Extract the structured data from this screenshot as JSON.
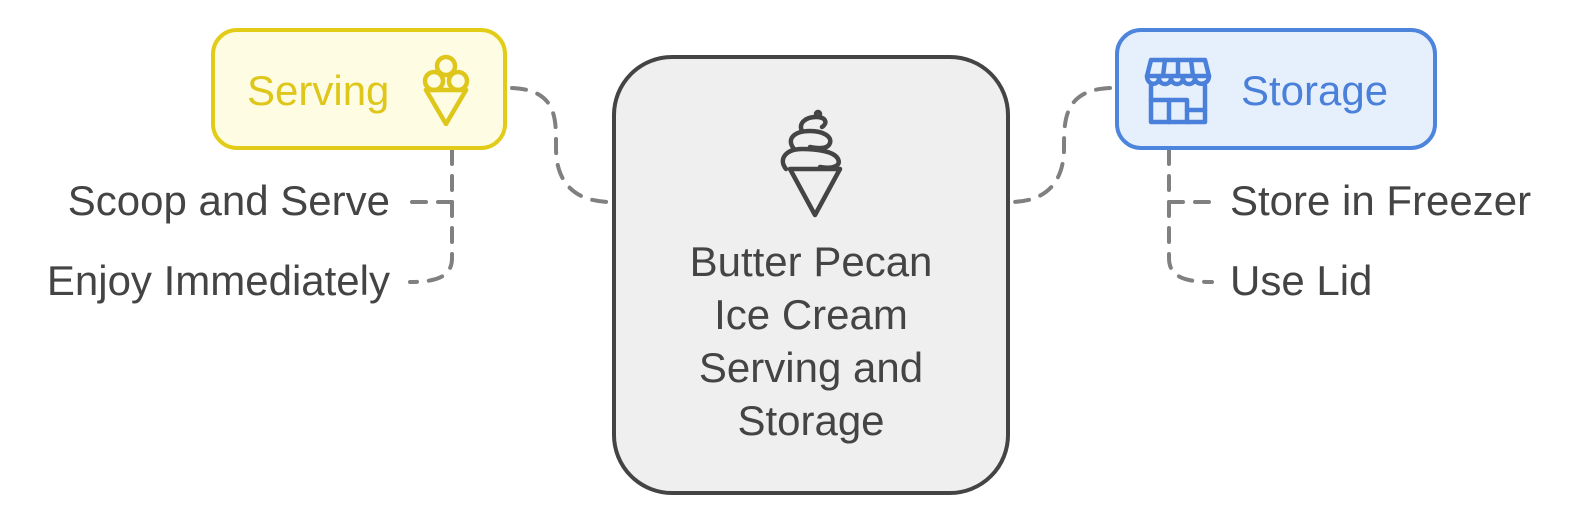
{
  "center": {
    "title": "Butter Pecan Ice Cream Serving and Storage",
    "icon": "soft-serve-cone-icon"
  },
  "serving": {
    "label": "Serving",
    "icon": "ice-cream-cone-icon",
    "color": "#dfc61a",
    "children": [
      "Scoop and Serve",
      "Enjoy Immediately"
    ]
  },
  "storage": {
    "label": "Storage",
    "icon": "storefront-icon",
    "color": "#4a80da",
    "children": [
      "Store in Freezer",
      "Use Lid"
    ]
  }
}
